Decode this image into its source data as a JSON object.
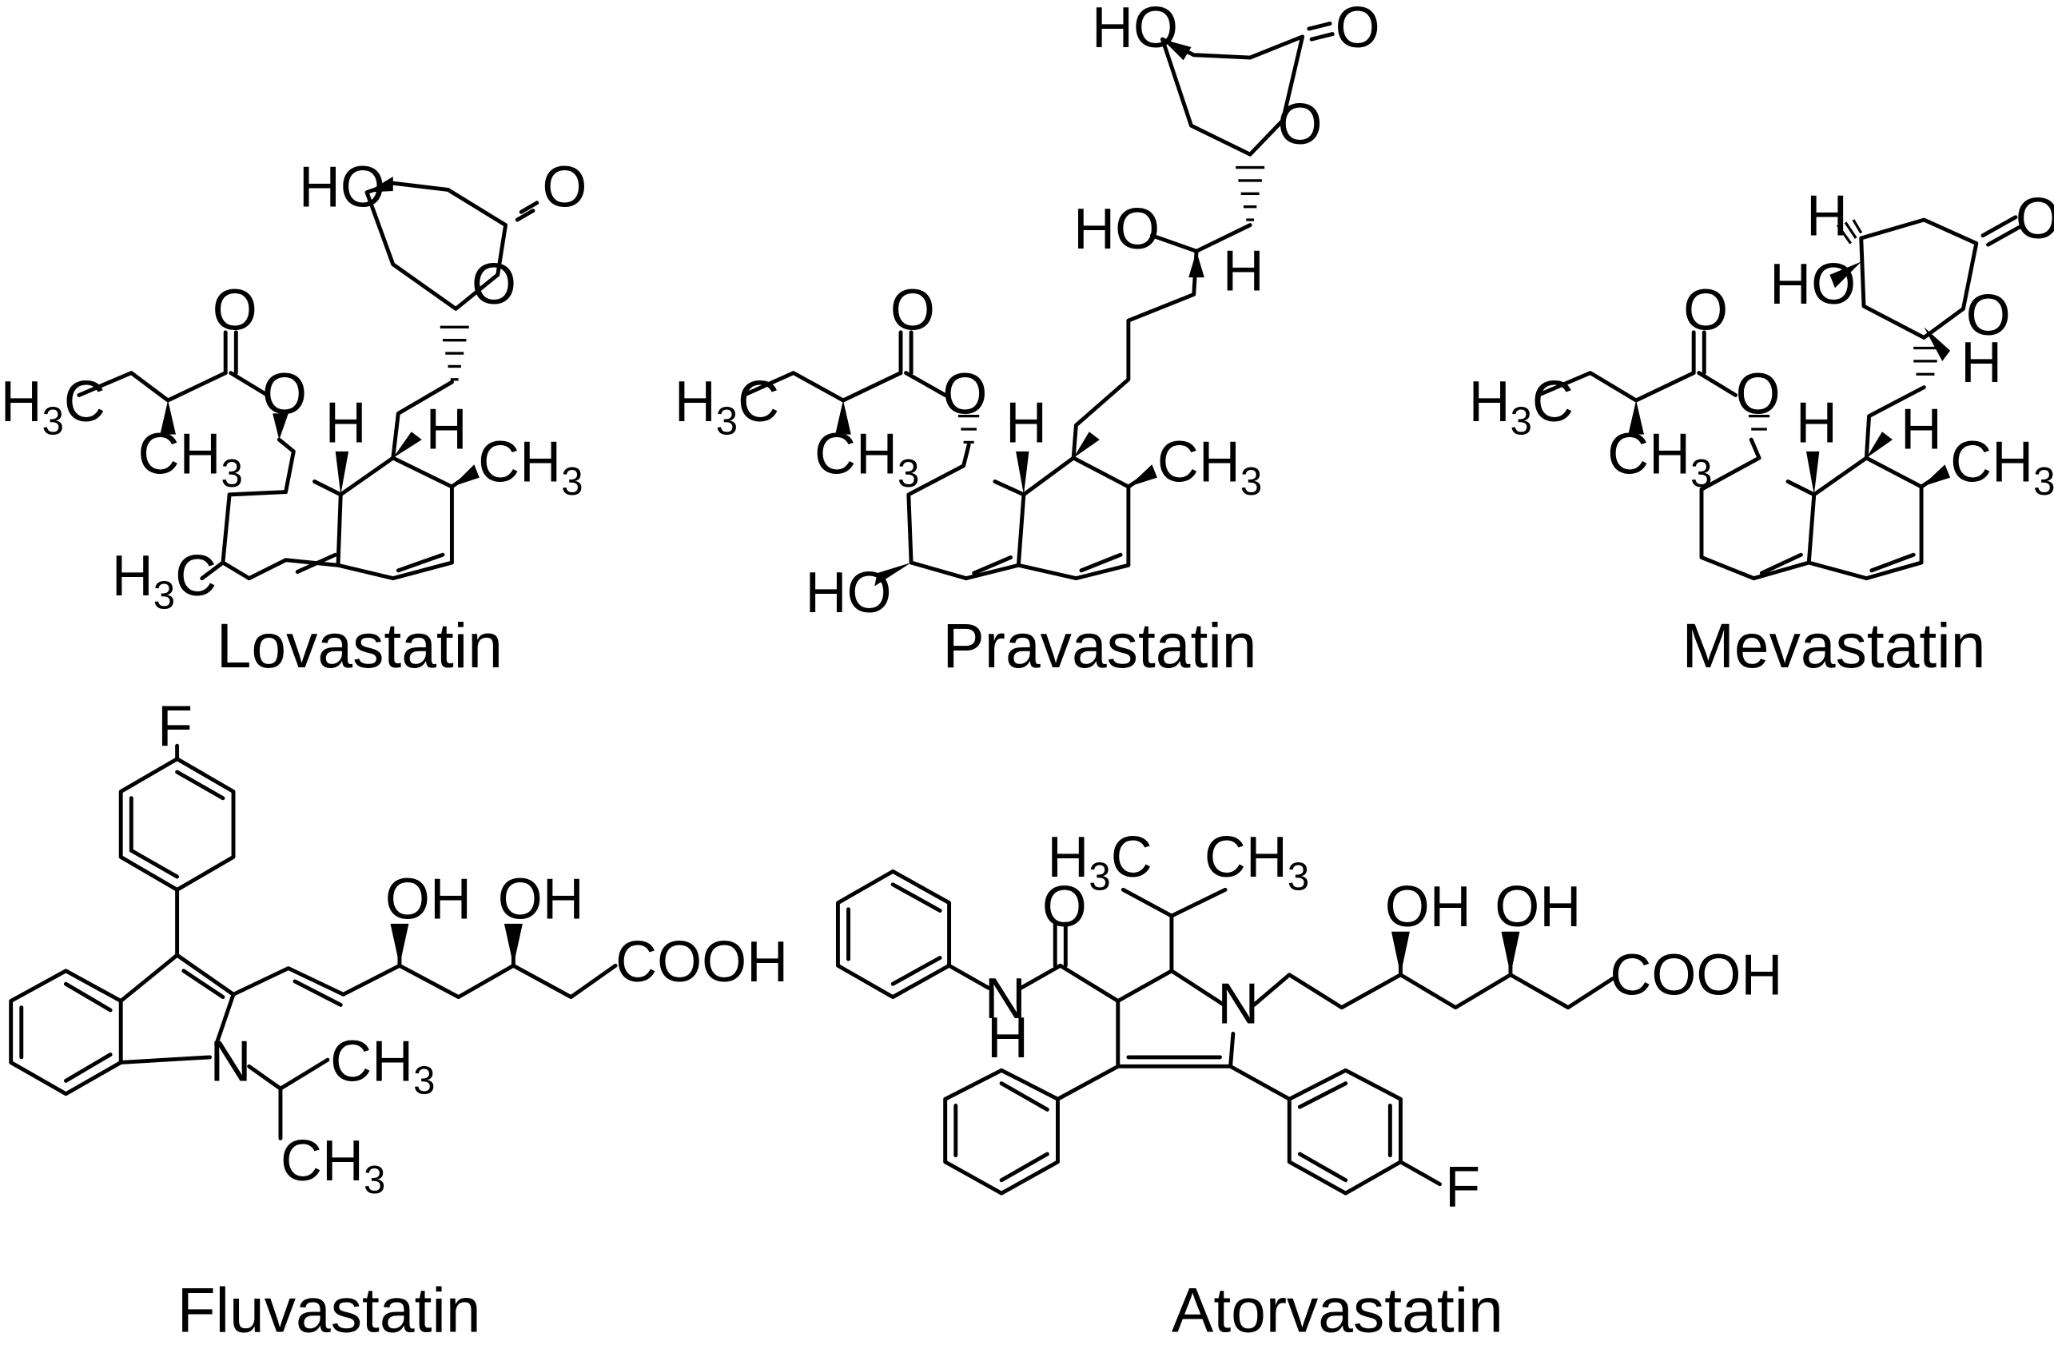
{
  "figure": {
    "molecules": [
      {
        "name": "Lovastatin"
      },
      {
        "name": "Pravastatin"
      },
      {
        "name": "Mevastatin"
      },
      {
        "name": "Fluvastatin"
      },
      {
        "name": "Atorvastatin"
      }
    ]
  },
  "atoms": {
    "H": "H",
    "HO": "HO",
    "O": "O",
    "OH": "OH",
    "C": "C",
    "CH": "CH",
    "three": "3",
    "F": "F",
    "N": "N",
    "COOH": "COOH"
  }
}
